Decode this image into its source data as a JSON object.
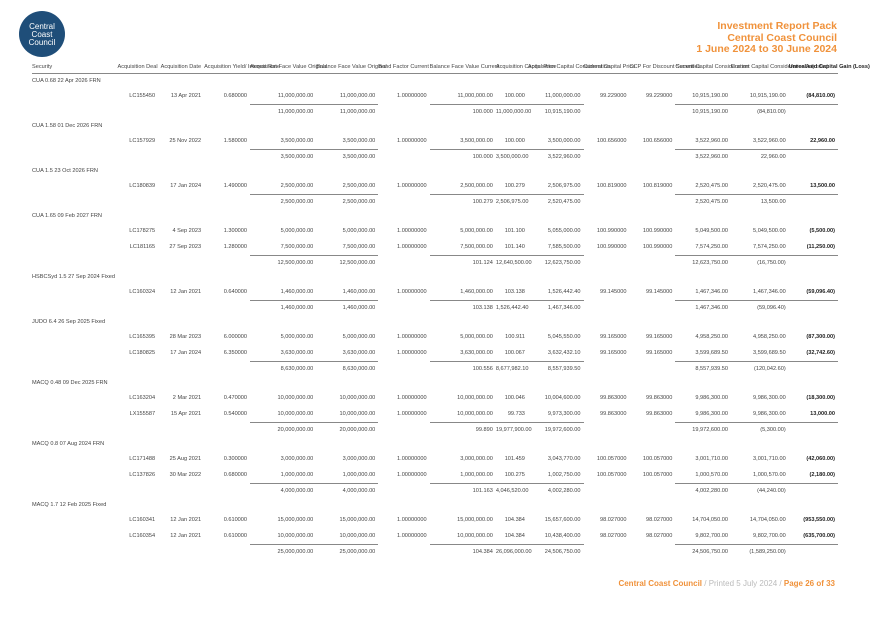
{
  "logo": {
    "line1": "Central",
    "line2": "Coast",
    "line3": "Council"
  },
  "header": {
    "title": "Investment Report Pack",
    "org": "Central Coast Council",
    "period": "1 June 2024 to 30 June 2024"
  },
  "columns": [
    "Security",
    "Acquisition Deal",
    "Acquisition Date",
    "Acquisition Yield/ Interest Rate",
    "Acquisition Face Value Original",
    "Balance Face Value Original",
    "Bond Factor Current",
    "Balance Face Value Current",
    "Acquisition Capital Price",
    "Acquisition Capital Consideration",
    "Current Capital Price",
    "CCP For Discount Securities",
    "Current Capital Consideration",
    "Current Capital Consideration Adjusted",
    "Unrealised Capital Gain (Loss)"
  ],
  "groups": [
    {
      "name": "CUA 0.68 22 Apr 2026 FRN",
      "rows": [
        [
          "LC155450",
          "13 Apr 2021",
          "0.680000",
          "11,000,000.00",
          "11,000,000.00",
          "1.00000000",
          "11,000,000.00",
          "100.000",
          "11,000,000.00",
          "99.229000",
          "99.229000",
          "10,915,190.00",
          "10,915,190.00",
          "(84,810.00)"
        ]
      ],
      "total": [
        "11,000,000.00",
        "11,000,000.00",
        "100.000",
        "11,000,000.00",
        "10,915,190.00",
        "10,915,190.00",
        "(84,810.00)"
      ]
    },
    {
      "name": "CUA 1.58 01 Dec 2026 FRN",
      "rows": [
        [
          "LC157929",
          "25 Nov 2022",
          "1.580000",
          "3,500,000.00",
          "3,500,000.00",
          "1.00000000",
          "3,500,000.00",
          "100.000",
          "3,500,000.00",
          "100.656000",
          "100.656000",
          "3,522,960.00",
          "3,522,960.00",
          "22,960.00"
        ]
      ],
      "total": [
        "3,500,000.00",
        "3,500,000.00",
        "100.000",
        "3,500,000.00",
        "3,522,960.00",
        "3,522,960.00",
        "22,960.00"
      ]
    },
    {
      "name": "CUA 1.5 23 Oct 2026 FRN",
      "rows": [
        [
          "LC180839",
          "17 Jan 2024",
          "1.490000",
          "2,500,000.00",
          "2,500,000.00",
          "1.00000000",
          "2,500,000.00",
          "100.279",
          "2,506,975.00",
          "100.819000",
          "100.819000",
          "2,520,475.00",
          "2,520,475.00",
          "13,500.00"
        ]
      ],
      "total": [
        "2,500,000.00",
        "2,500,000.00",
        "100.279",
        "2,506,975.00",
        "2,520,475.00",
        "2,520,475.00",
        "13,500.00"
      ]
    },
    {
      "name": "CUA 1.65 09 Feb 2027 FRN",
      "rows": [
        [
          "LC178275",
          "4 Sep 2023",
          "1.300000",
          "5,000,000.00",
          "5,000,000.00",
          "1.00000000",
          "5,000,000.00",
          "101.100",
          "5,055,000.00",
          "100.990000",
          "100.990000",
          "5,049,500.00",
          "5,049,500.00",
          "(5,500.00)"
        ],
        [
          "LC181165",
          "27 Sep 2023",
          "1.280000",
          "7,500,000.00",
          "7,500,000.00",
          "1.00000000",
          "7,500,000.00",
          "101.140",
          "7,585,500.00",
          "100.990000",
          "100.990000",
          "7,574,250.00",
          "7,574,250.00",
          "(11,250.00)"
        ]
      ],
      "total": [
        "12,500,000.00",
        "12,500,000.00",
        "101.124",
        "12,640,500.00",
        "12,623,750.00",
        "12,623,750.00",
        "(16,750.00)"
      ]
    },
    {
      "name": "HSBCSyd 1.5 27 Sep 2024 Fixed",
      "rows": [
        [
          "LC160324",
          "12 Jan 2021",
          "0.640000",
          "1,460,000.00",
          "1,460,000.00",
          "1.00000000",
          "1,460,000.00",
          "103.138",
          "1,526,442.40",
          "99.145000",
          "99.145000",
          "1,467,346.00",
          "1,467,346.00",
          "(59,096.40)"
        ]
      ],
      "total": [
        "1,460,000.00",
        "1,460,000.00",
        "103.138",
        "1,526,442.40",
        "1,467,346.00",
        "1,467,346.00",
        "(59,096.40)"
      ]
    },
    {
      "name": "JUDO 6.4 26 Sep 2025 Fixed",
      "rows": [
        [
          "LC165395",
          "28 Mar 2023",
          "6.000000",
          "5,000,000.00",
          "5,000,000.00",
          "1.00000000",
          "5,000,000.00",
          "100.911",
          "5,045,550.00",
          "99.165000",
          "99.165000",
          "4,958,250.00",
          "4,958,250.00",
          "(87,300.00)"
        ],
        [
          "LC180825",
          "17 Jan 2024",
          "6.350000",
          "3,630,000.00",
          "3,630,000.00",
          "1.00000000",
          "3,630,000.00",
          "100.067",
          "3,632,432.10",
          "99.165000",
          "99.165000",
          "3,599,689.50",
          "3,599,689.50",
          "(32,742.60)"
        ]
      ],
      "total": [
        "8,630,000.00",
        "8,630,000.00",
        "100.556",
        "8,677,982.10",
        "8,557,939.50",
        "8,557,939.50",
        "(120,042.60)"
      ]
    },
    {
      "name": "MACQ 0.48 09 Dec 2025 FRN",
      "rows": [
        [
          "LC163204",
          "2 Mar 2021",
          "0.470000",
          "10,000,000.00",
          "10,000,000.00",
          "1.00000000",
          "10,000,000.00",
          "100.046",
          "10,004,600.00",
          "99.863000",
          "99.863000",
          "9,986,300.00",
          "9,986,300.00",
          "(18,300.00)"
        ],
        [
          "LX155587",
          "15 Apr 2021",
          "0.540000",
          "10,000,000.00",
          "10,000,000.00",
          "1.00000000",
          "10,000,000.00",
          "99.733",
          "9,973,300.00",
          "99.863000",
          "99.863000",
          "9,986,300.00",
          "9,986,300.00",
          "13,000.00"
        ]
      ],
      "total": [
        "20,000,000.00",
        "20,000,000.00",
        "99.890",
        "19,977,900.00",
        "19,972,600.00",
        "19,972,600.00",
        "(5,300.00)"
      ]
    },
    {
      "name": "MACQ 0.8 07 Aug 2024 FRN",
      "rows": [
        [
          "LC171488",
          "25 Aug 2021",
          "0.300000",
          "3,000,000.00",
          "3,000,000.00",
          "1.00000000",
          "3,000,000.00",
          "101.459",
          "3,043,770.00",
          "100.057000",
          "100.057000",
          "3,001,710.00",
          "3,001,710.00",
          "(42,060.00)"
        ],
        [
          "LC137826",
          "30 Mar 2022",
          "0.680000",
          "1,000,000.00",
          "1,000,000.00",
          "1.00000000",
          "1,000,000.00",
          "100.275",
          "1,002,750.00",
          "100.057000",
          "100.057000",
          "1,000,570.00",
          "1,000,570.00",
          "(2,180.00)"
        ]
      ],
      "total": [
        "4,000,000.00",
        "4,000,000.00",
        "101.163",
        "4,046,520.00",
        "4,002,280.00",
        "4,002,280.00",
        "(44,240.00)"
      ]
    },
    {
      "name": "MACQ 1.7 12 Feb 2025 Fixed",
      "rows": [
        [
          "LC160341",
          "12 Jan 2021",
          "0.610000",
          "15,000,000.00",
          "15,000,000.00",
          "1.00000000",
          "15,000,000.00",
          "104.384",
          "15,657,600.00",
          "98.027000",
          "98.027000",
          "14,704,050.00",
          "14,704,050.00",
          "(953,550.00)"
        ],
        [
          "LC160354",
          "12 Jan 2021",
          "0.610000",
          "10,000,000.00",
          "10,000,000.00",
          "1.00000000",
          "10,000,000.00",
          "104.384",
          "10,438,400.00",
          "98.027000",
          "98.027000",
          "9,802,700.00",
          "9,802,700.00",
          "(635,700.00)"
        ]
      ],
      "total": [
        "25,000,000.00",
        "25,000,000.00",
        "104.384",
        "26,096,000.00",
        "24,506,750.00",
        "24,506,750.00",
        "(1,589,250.00)"
      ]
    }
  ],
  "footer": {
    "org": "Central Coast Council",
    "printed": " / Printed 5 July 2024 / ",
    "page": "Page 26 of 33"
  }
}
